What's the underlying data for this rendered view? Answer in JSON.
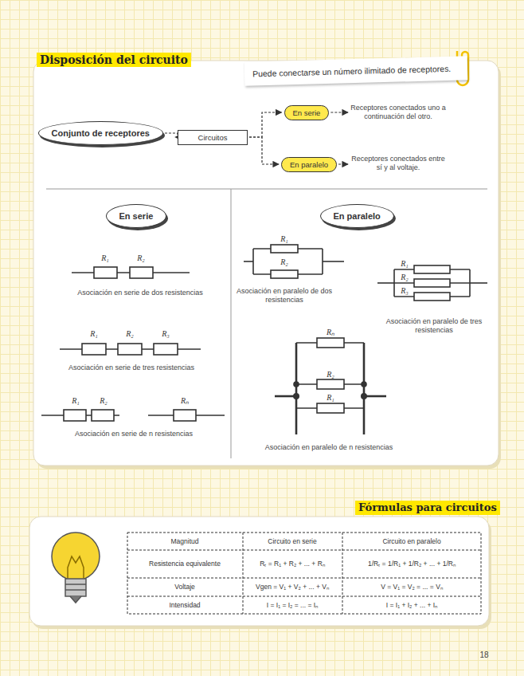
{
  "diagram": {
    "title": "Disposición del circuito",
    "nodes": [
      {
        "text": [
          "Puede conectarse un número ilimitado de receptores."
        ]
      },
      {
        "text": [
          "Conjunto de receptores"
        ]
      },
      {
        "text": [
          "Circuitos"
        ]
      },
      {
        "text": [
          "En serie"
        ]
      },
      {
        "text": [
          "En paralelo"
        ]
      },
      {
        "text": [
          "Receptores conectados uno a continuación del otro."
        ]
      },
      {
        "text": [
          "Receptores conectados entre sí y al voltaje."
        ]
      },
      {
        "text": [
          "En serie"
        ]
      },
      {
        "text": [
          "En paralelo"
        ]
      }
    ],
    "edges": [
      {
        "from": 1,
        "to": 2,
        "arrow": "to"
      },
      {
        "from": 2,
        "to": 3,
        "arrow": "to"
      },
      {
        "from": 2,
        "to": 4,
        "arrow": "to"
      },
      {
        "from": 3,
        "to": 5,
        "arrow": "to"
      },
      {
        "from": 4,
        "to": 6,
        "arrow": "to"
      }
    ],
    "labels": [
      "R₁",
      "R₂",
      "Asociación en serie de dos resistencias",
      "R₁",
      "R₂",
      "R₃",
      "Asociación en serie de tres resistencias",
      "R₁",
      "R₂",
      "Rₙ",
      "Asociación en serie de n resistencias",
      "R₁",
      "R₂",
      "Asociación en paralelo de dos resistencias",
      "R₁",
      "R₂",
      "R₃",
      "Asociación en paralelo de tres resistencias",
      "Rₙ",
      "R₂",
      "R₁",
      "Asociación en paralelo de n resistencias",
      "Fórmulas para circuitos",
      "Magnitud",
      "Circuito en serie",
      "Circuito en paralelo",
      "Resistencia equivalente",
      "Rₜ = R₁ + R₂ + ... + Rₙ",
      "1/Rₜ = 1/R₁ + 1/R₂ + ... + 1/Rₙ",
      "Voltaje",
      "Vgen = V₁ + V₂ + ... + Vₙ",
      "V = V₁ = V₂ = ... = Vₙ",
      "Intensidad",
      "I = I₁ = I₂ = ... = Iₙ",
      "I = I₁ + I₂ + ... + Iₙ",
      "18"
    ]
  }
}
